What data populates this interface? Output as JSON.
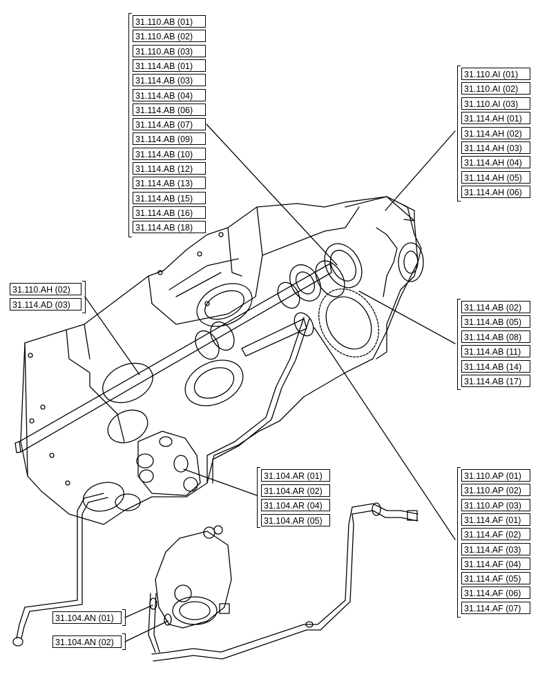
{
  "callouts": {
    "top_center": [
      "31.110.AB (01)",
      "31.110.AB (02)",
      "31.110.AB (03)",
      "31.114.AB (01)",
      "31.114.AB (03)",
      "31.114.AB (04)",
      "31.114.AB (06)",
      "31.114.AB (07)",
      "31.114.AB (09)",
      "31.114.AB (10)",
      "31.114.AB (12)",
      "31.114.AB (13)",
      "31.114.AB (15)",
      "31.114.AB (16)",
      "31.114.AB (18)"
    ],
    "top_right": [
      "31.110.AI (01)",
      "31.110.AI (02)",
      "31.110.AI (03)",
      "31.114.AH (01)",
      "31.114.AH (02)",
      "31.114.AH (03)",
      "31.114.AH (04)",
      "31.114.AH (05)",
      "31.114.AH (06)"
    ],
    "left": [
      "31.110.AH (02)",
      "31.114.AD (03)"
    ],
    "middle_right": [
      "31.114.AB (02)",
      "31.114.AB (05)",
      "31.114.AB (08)",
      "31.114.AB (11)",
      "31.114.AB (14)",
      "31.114.AB (17)"
    ],
    "center_valve": [
      "31.104.AR (01)",
      "31.104.AR (02)",
      "31.104.AR (04)",
      "31.104.AR (05)"
    ],
    "bottom_right": [
      "31.110.AP (01)",
      "31.110.AP (02)",
      "31.110.AP (03)",
      "31.114.AF (01)",
      "31.114.AF (02)",
      "31.114.AF (03)",
      "31.114.AF (04)",
      "31.114.AF (05)",
      "31.114.AF (06)",
      "31.114.AF (07)"
    ],
    "bottom_left_1": [
      "31.104.AN (01)"
    ],
    "bottom_left_2": [
      "31.104.AN (02)"
    ]
  }
}
